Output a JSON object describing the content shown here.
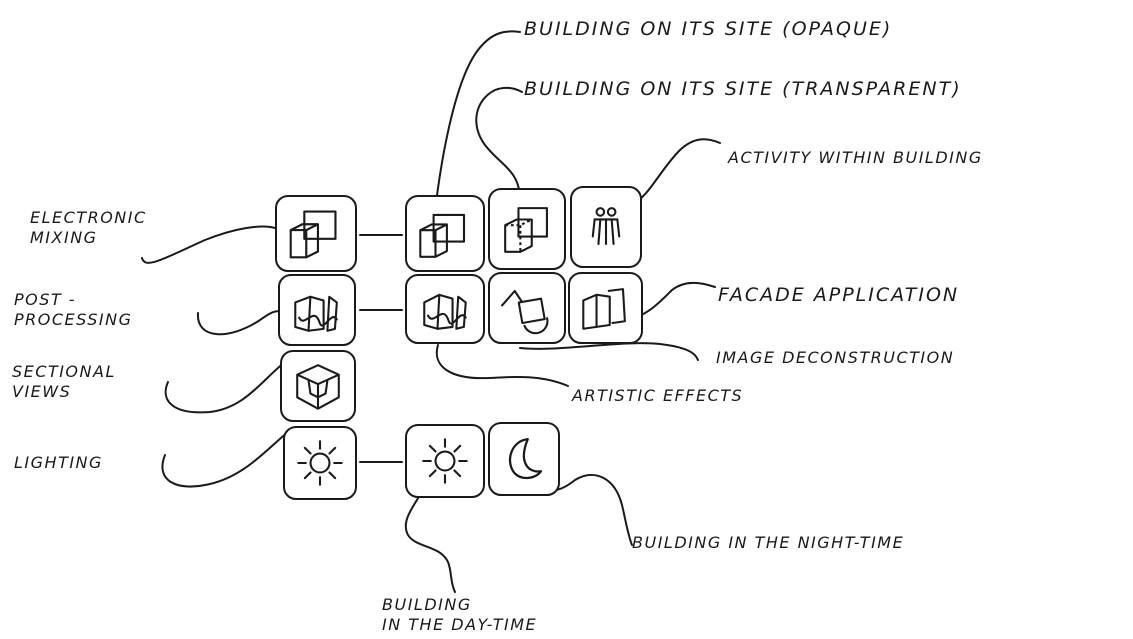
{
  "labels": {
    "site_opaque": "BUILDING ON ITS SITE (OPAQUE)",
    "site_transparent": "BUILDING ON ITS SITE (TRANSPARENT)",
    "activity": "ACTIVITY WITHIN BUILDING",
    "electronic_mixing": "ELECTRONIC\nMIXING",
    "post_processing": "POST -\nPROCESSING",
    "facade": "FACADE APPLICATION",
    "image_deconstruction": "IMAGE DECONSTRUCTION",
    "artistic_effects": "ARTISTIC EFFECTS",
    "sectional_views": "SECTIONAL\nVIEWS",
    "lighting": "LIGHTING",
    "night_time": "BUILDING IN THE NIGHT-TIME",
    "day_time": "BUILDING\nIN THE DAY-TIME"
  },
  "icons": {
    "electronic_mixing": "cube-overlap-icon",
    "site_opaque": "cube-overlap-icon",
    "site_transparent": "transparent-cube-icon",
    "activity": "people-icon",
    "post_processing": "brush-stroke-icon",
    "artistic_effects": "brush-stroke-icon",
    "image_deconstruction": "shape-fragments-icon",
    "facade": "facade-panel-icon",
    "sectional_views": "section-cube-icon",
    "lighting": "sun-icon",
    "day_time": "sun-icon",
    "night_time": "moon-icon"
  },
  "colors": {
    "ink": "#1a1a1a",
    "paper": "#ffffff"
  }
}
